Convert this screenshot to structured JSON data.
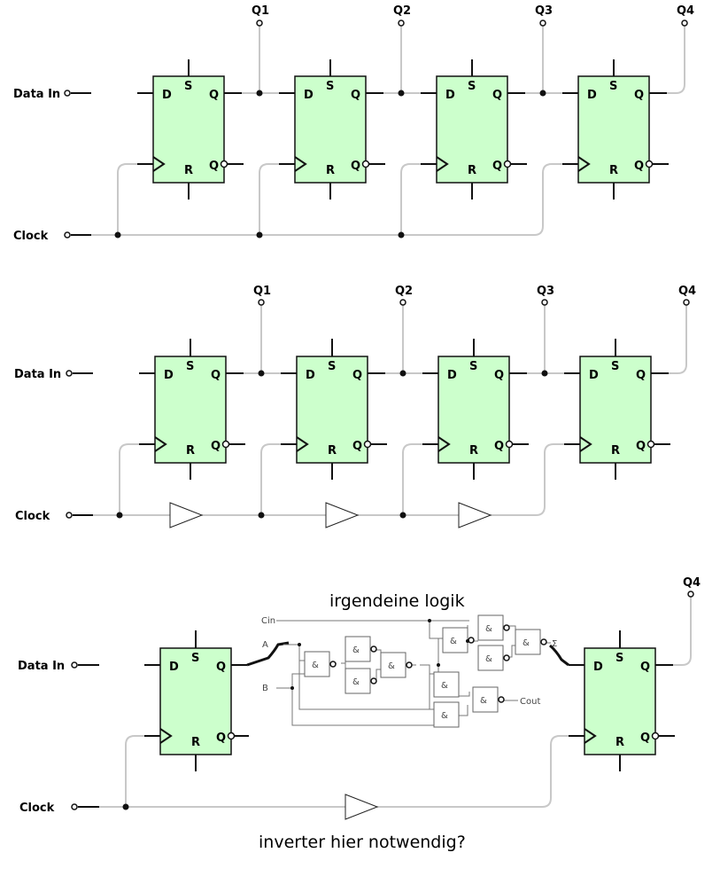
{
  "rows": [
    {
      "data_in": "Data In",
      "clock": "Clock",
      "outputs": [
        "Q1",
        "Q2",
        "Q3",
        "Q4"
      ],
      "ff_pins": {
        "d": "D",
        "s": "S",
        "q": "Q",
        "r": "R",
        "qbar": "Q"
      }
    },
    {
      "data_in": "Data In",
      "clock": "Clock",
      "outputs": [
        "Q1",
        "Q2",
        "Q3",
        "Q4"
      ],
      "ff_pins": {
        "d": "D",
        "s": "S",
        "q": "Q",
        "r": "R",
        "qbar": "Q"
      }
    },
    {
      "data_in": "Data In",
      "clock": "Clock",
      "outputs": [
        "Q4"
      ],
      "ff_pins": {
        "d": "D",
        "s": "S",
        "q": "Q",
        "r": "R",
        "qbar": "Q"
      }
    }
  ],
  "logic": {
    "title": "irgendeine logik",
    "inputs": {
      "cin": "Cin",
      "a": "A",
      "b": "B"
    },
    "outputs": {
      "sum": "Σ",
      "cout": "Cout"
    },
    "gate_symbol": "&"
  },
  "question": "inverter hier notwendig?"
}
